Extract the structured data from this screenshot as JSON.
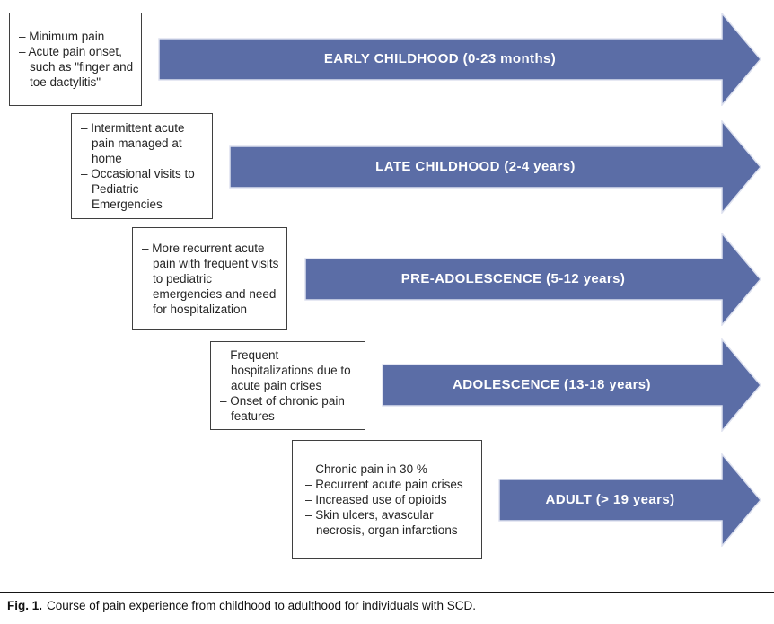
{
  "diagram": {
    "stages": [
      {
        "label": "EARLY CHILDHOOD (0-23 months)",
        "notes": [
          "– Minimum pain",
          "– Acute pain onset, such as \"finger and toe dactylitis\""
        ]
      },
      {
        "label": "LATE CHILDHOOD (2-4 years)",
        "notes": [
          "– Intermittent acute pain managed at home",
          "– Occasional visits to Pediatric Emergencies"
        ]
      },
      {
        "label": "PRE-ADOLESCENCE (5-12 years)",
        "notes": [
          "– More recurrent acute pain with frequent visits to pediatric emergencies and need for hospitalization"
        ]
      },
      {
        "label": "ADOLESCENCE (13-18 years)",
        "notes": [
          "– Frequent hospitalizations due to acute pain crises",
          "– Onset of chronic pain features"
        ]
      },
      {
        "label": "ADULT (> 19 years)",
        "notes": [
          "– Chronic pain in 30 %",
          "– Recurrent acute pain crises",
          "– Increased use of opioids",
          "– Skin ulcers, avascular necrosis, organ infarctions"
        ]
      }
    ]
  },
  "caption": {
    "label": "Fig. 1.",
    "text": "Course of pain experience from childhood to adulthood for individuals with SCD."
  },
  "colors": {
    "arrow_fill": "#5b6da6",
    "arrow_stroke": "#dde1ef",
    "arrow_text": "#ffffff",
    "box_border": "#3f3f3f",
    "note_text": "#252525",
    "caption_text": "#111111"
  }
}
